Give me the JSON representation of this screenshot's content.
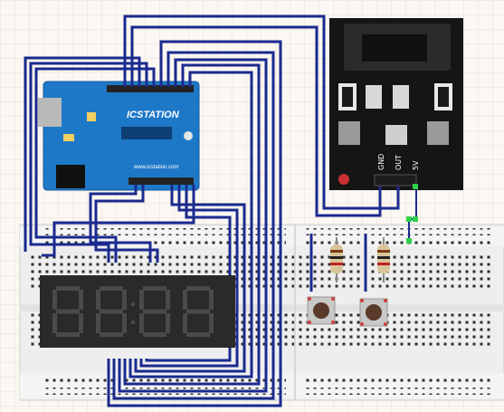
{
  "arduino": {
    "brand": "ICSTATION",
    "url": "www.icstation.com"
  },
  "sensor_module": {
    "pins": [
      "GND",
      "OUT",
      "5V"
    ]
  },
  "display": {
    "digits": 4
  },
  "colors": {
    "wire": "#1a2a8f",
    "board": "#1e78c8",
    "breadboard": "#f2f2f2",
    "module": "#151515",
    "segment_off": "#4a4a4a",
    "display_body": "#2a2a2a",
    "junction": "#2fd14a"
  }
}
